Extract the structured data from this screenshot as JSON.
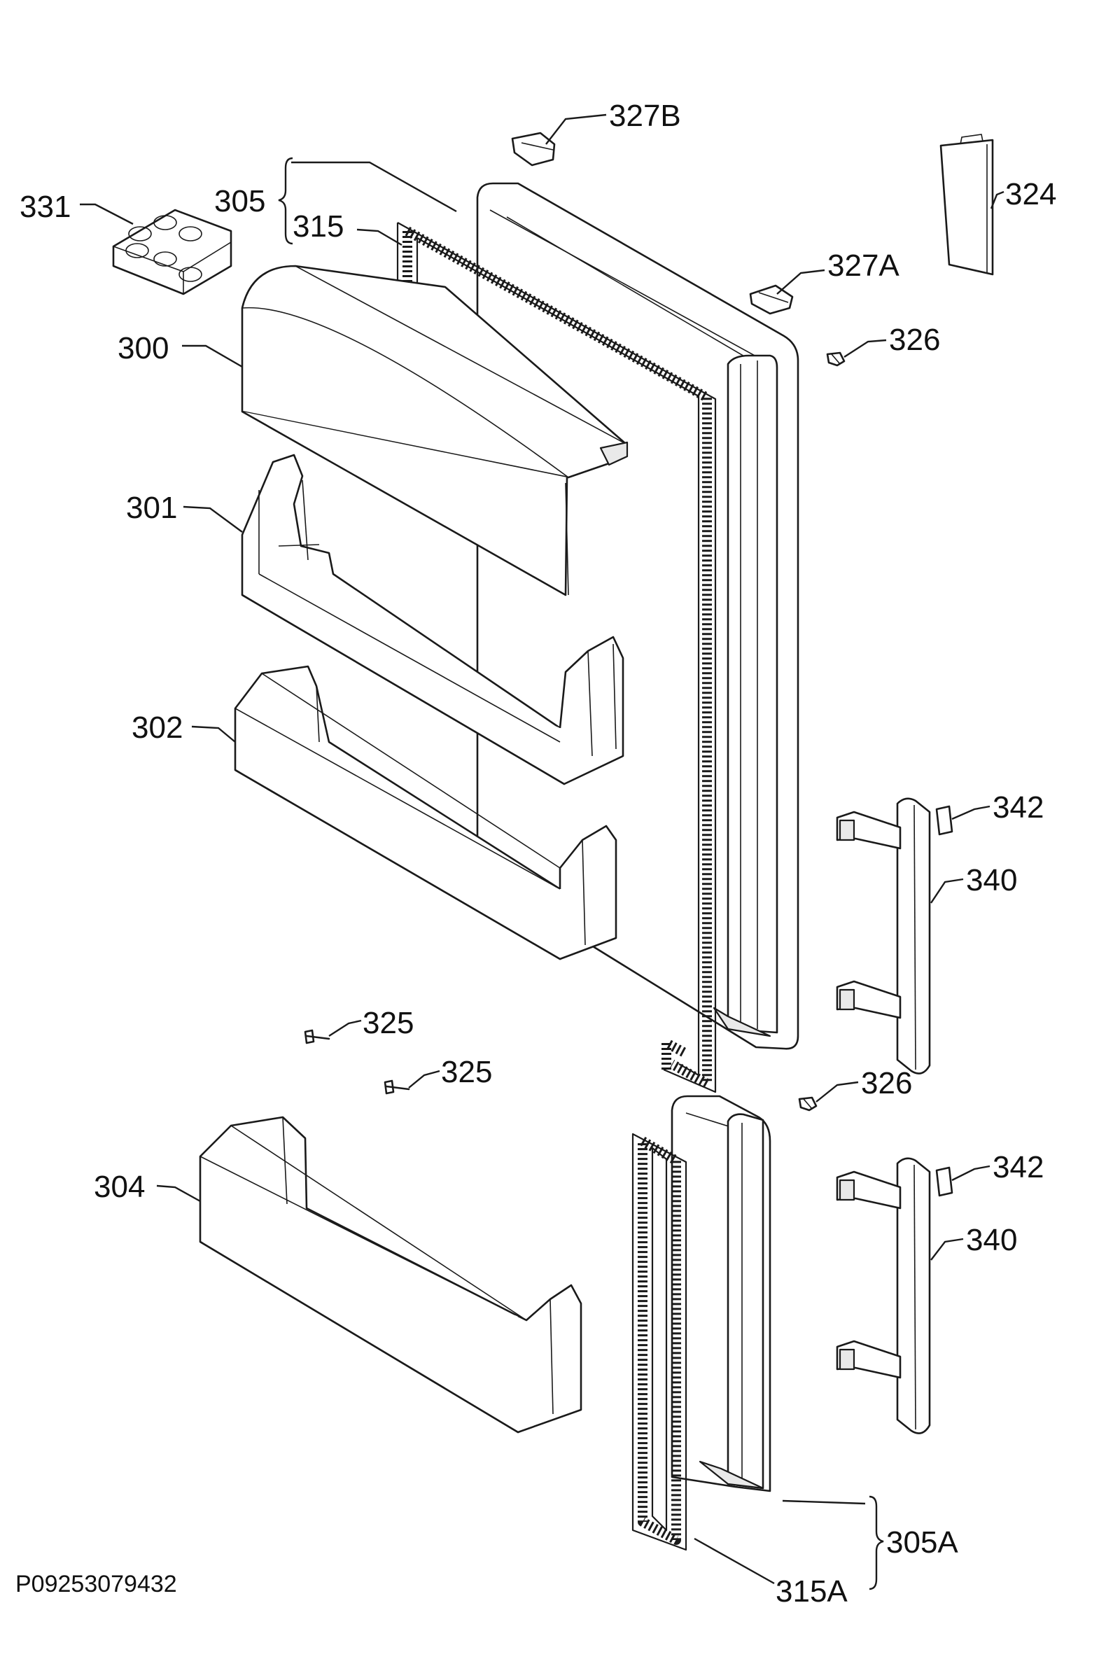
{
  "document_id": "P09253079432",
  "labels": {
    "l327b": "327B",
    "l324": "324",
    "l331": "331",
    "l305": "305",
    "l315": "315",
    "l327a": "327A",
    "l326_top": "326",
    "l300": "300",
    "l301": "301",
    "l302": "302",
    "l342_top": "342",
    "l340_top": "340",
    "l325_a": "325",
    "l325_b": "325",
    "l326_bottom": "326",
    "l304": "304",
    "l342_bottom": "342",
    "l340_bottom": "340",
    "l305a": "305A",
    "l315a": "315A"
  }
}
